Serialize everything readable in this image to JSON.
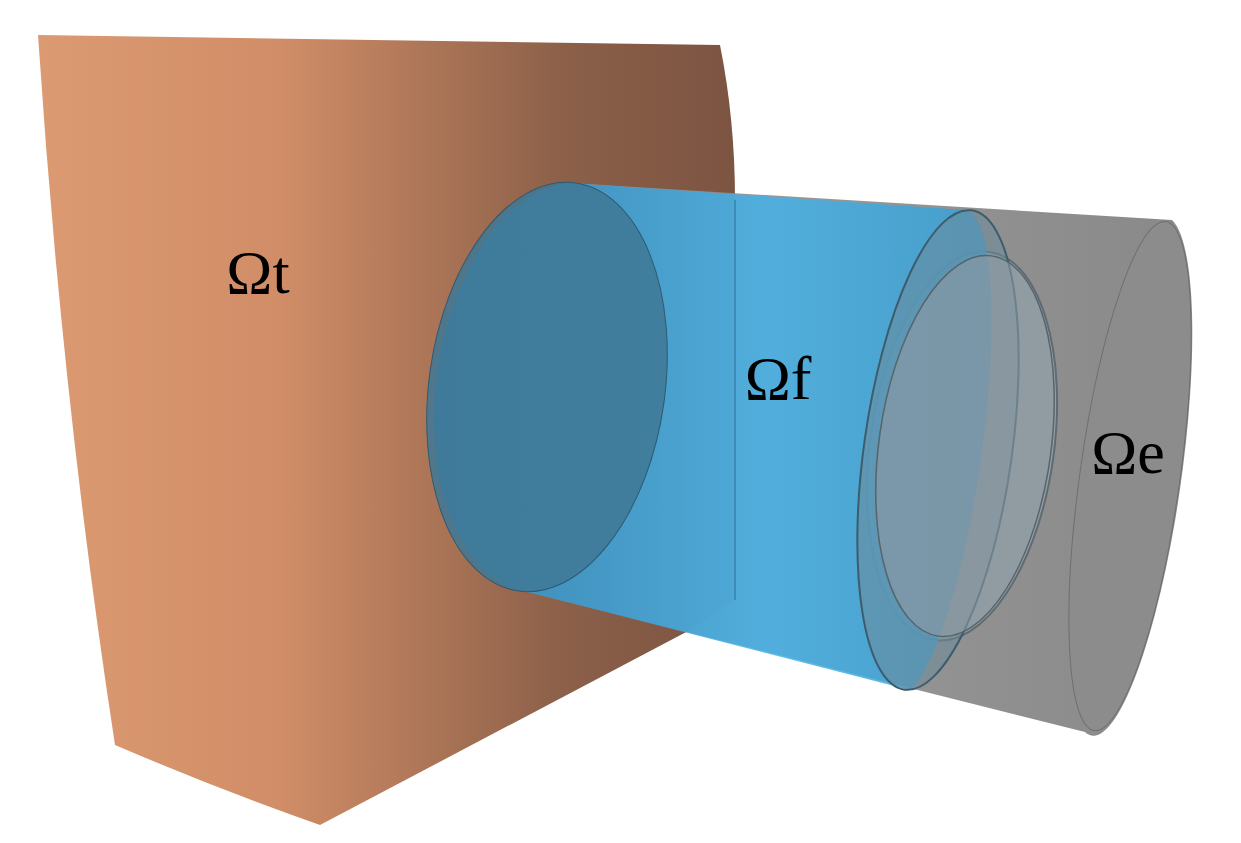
{
  "diagram": {
    "labels": [
      "Ωt",
      "Ωf",
      "Ωe"
    ]
  }
}
